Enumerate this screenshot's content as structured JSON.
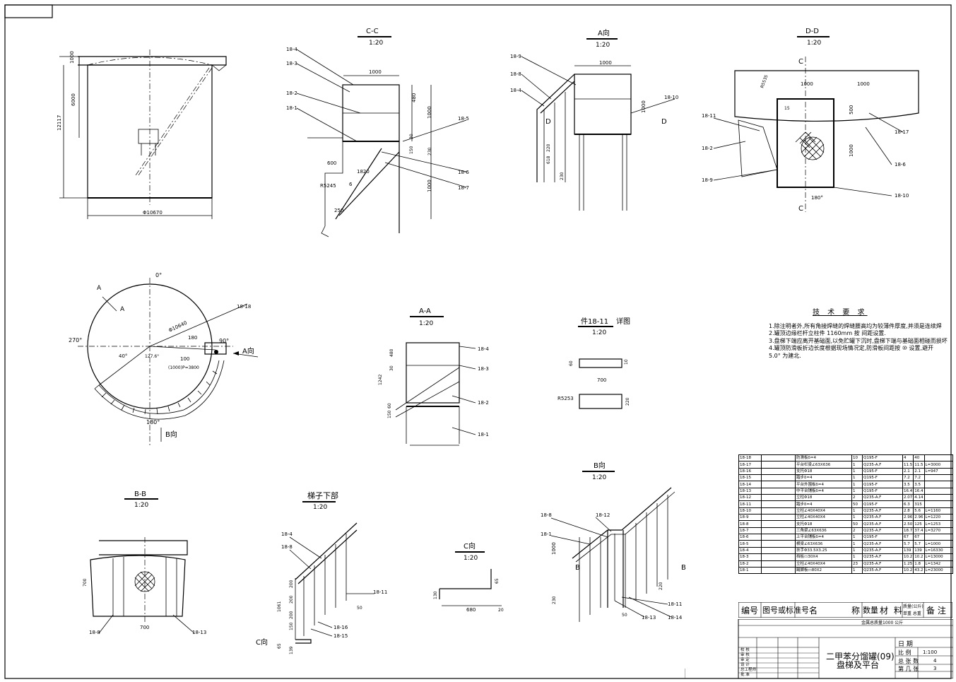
{
  "views": {
    "cc": {
      "title": "C-C",
      "scale": "1:20"
    },
    "a_dir": {
      "title": "A向",
      "scale": "1:20"
    },
    "dd": {
      "title": "D-D",
      "scale": "1:20"
    },
    "aa": {
      "title": "A-A",
      "scale": "1:20"
    },
    "part1811": {
      "title": "件18-11",
      "suffix": "详图",
      "scale": "1:20"
    },
    "b_dir": {
      "title": "B向",
      "scale": "1:20"
    },
    "bb": {
      "title": "B-B",
      "scale": "1:20"
    },
    "ladder_lower": {
      "title": "梯子下部",
      "scale": "1:20"
    },
    "c_dir": {
      "title": "C向",
      "scale": "1:20"
    }
  },
  "elevation": {
    "dim_1000": "1000",
    "dim_6000": "6000",
    "dim_total": "12117",
    "dim_dia": "Φ10670"
  },
  "plan": {
    "deg_0": "0°",
    "deg_90": "90°",
    "deg_180": "180°",
    "deg_270": "270°",
    "label_a": "A",
    "label_a_dir": "A向",
    "label_b_dir": "B向",
    "leader_1818": "18-18",
    "dia": "Φ10640",
    "ang_40": "40°",
    "ang_127": "127.6°",
    "dim_180": "180",
    "dim_100": "100",
    "dim_arc": "(1000)P=3800"
  },
  "cc_labels": {
    "l1": "18-4",
    "l2": "18-3",
    "l3": "18-2",
    "l4": "18-1",
    "l5": "18-5",
    "l6": "18-6",
    "l7": "18-7",
    "d1000": "1000",
    "d480": "480",
    "d1000v": "1000",
    "d600": "600",
    "d1820": "1820",
    "r245": "R5245",
    "d6": "6",
    "d1000b": "1000",
    "d250": "250",
    "d30": "30",
    "d150": "150",
    "d230": "230"
  },
  "a_labels": {
    "l1": "18-9",
    "l2": "18-8",
    "l3": "18-4",
    "l4": "18-10",
    "d1000": "1000",
    "d1000v": "1000",
    "d220": "220",
    "d618": "618",
    "d230": "230",
    "sec_d": "D"
  },
  "dd_labels": {
    "c": "C",
    "r": "R5535",
    "d1000a": "1000",
    "d1000b": "1000",
    "d15": "15",
    "d500": "500",
    "d1000v": "1000",
    "l1811": "18-11",
    "l182": "18-2",
    "l189": "18-9",
    "l1817": "18-17",
    "l186": "18-6",
    "l1810": "18-10",
    "deg": "180°"
  },
  "aa_labels": {
    "l1": "18-4",
    "l2": "18-3",
    "l3": "18-2",
    "l4": "18-1",
    "d1242": "1242",
    "d480": "480",
    "d30": "30",
    "d150": "150",
    "d60": "60"
  },
  "part_labels": {
    "d60": "60",
    "d700": "700",
    "d10": "10",
    "r": "R5253",
    "d220": "220"
  },
  "bb_labels": {
    "d700v": "700",
    "d700": "700",
    "l188": "18-8",
    "l1813": "18-13"
  },
  "ladder_labels": {
    "l184": "18-4",
    "l188": "18-8",
    "l1811": "18-11",
    "l1816": "18-16",
    "l1815": "18-15",
    "d50": "50",
    "d1061": "1061",
    "d200": "200",
    "d150": "150",
    "d65": "65",
    "d139": "139",
    "c_dir": "C向"
  },
  "c_labels": {
    "d65": "65",
    "d680": "680",
    "d20": "20",
    "d130": "130"
  },
  "b_labels": {
    "l188": "18-8",
    "l181": "18-1",
    "l1812": "18-12",
    "l1811": "18-11",
    "l1813": "18-13",
    "l1814": "18-14",
    "d1000": "1000",
    "d230": "230",
    "d50": "50",
    "d220": "220",
    "b": "B"
  },
  "notes": {
    "title": "技 术 要 求",
    "lines": [
      "1.除注明者外,所有角接焊缝的焊缝腰高均为较薄件厚度,并须是连续焊",
      "2.罐顶边缘栏杆立柱件 1160mm 按          间距设置.",
      "3.盘梯下端应离开基础面,以免贮罐下沉时,盘梯下端与基础面相碰而损坏",
      "4.罐顶防滑板折边长度根据现场情况定,防滑板间距按  ⑩    设置,避开",
      "5.0° 为建北."
    ]
  },
  "bom": {
    "rows": [
      [
        "18-18",
        "",
        "防滑板δ=4",
        "10",
        "Q195-F",
        "4",
        "40",
        ""
      ],
      [
        "18-17",
        "",
        "平台栏梁∠63X636",
        "1",
        "Q235-A.F",
        "11.5",
        "11.5",
        "L=3000"
      ],
      [
        "18-16",
        "",
        "支托Φ18",
        "1",
        "Q195-F",
        "2.1",
        "2.1",
        "L=947"
      ],
      [
        "18-15",
        "",
        "踏步δ=4",
        "1",
        "Q195-F",
        "7.2",
        "7.2",
        ""
      ],
      [
        "18-14",
        "",
        "平台外围板δ=4",
        "1",
        "Q195-F",
        "3.5",
        "3.5",
        ""
      ],
      [
        "18-13",
        "",
        "中平台铺板δ=4",
        "1",
        "Q195-F",
        "16.4",
        "16.4",
        ""
      ],
      [
        "18-12",
        "",
        "立柱Φ18",
        "2",
        "Q235-A.F",
        "2.07",
        "4.14",
        ""
      ],
      [
        "18-11",
        "",
        "踏步δ=4",
        "50",
        "Q195-F",
        "6.3",
        "315",
        ""
      ],
      [
        "18-10",
        "",
        "立柱∠40X40X4",
        "1",
        "Q235-A.F",
        "2.8",
        "5.6",
        "L=1160"
      ],
      [
        "18-9",
        "",
        "立柱∠40X40X4",
        "1",
        "Q235-A.F",
        "2.96",
        "2.96",
        "L=1220"
      ],
      [
        "18-8",
        "",
        "支托Φ18",
        "50",
        "Q235-A.F",
        "2.50",
        "125",
        "L=1253"
      ],
      [
        "18-7",
        "",
        "三角梁∠63X636",
        "2",
        "Q235-A.F",
        "18.7",
        "37.4",
        "L=3270"
      ],
      [
        "18-6",
        "",
        "上平台铺板δ=4",
        "1",
        "Q195-F",
        "67",
        "67",
        ""
      ],
      [
        "18-5",
        "",
        "横梁∠63X636",
        "1",
        "Q235-A.F",
        "5.7",
        "5.7",
        "L=1000"
      ],
      [
        "18-4",
        "",
        "扶手Φ33.5X3.25",
        "1",
        "Q235-A.F",
        "139",
        "139",
        "L=16330"
      ],
      [
        "18-3",
        "",
        "挡板▭30X4",
        "1",
        "Q235-A.F",
        "10.2",
        "10.2",
        "L=13000"
      ],
      [
        "18-2",
        "",
        "立柱∠40X40X4",
        "23",
        "Q235-A.F",
        "1.25",
        "1.8",
        "L=1342"
      ],
      [
        "18-1",
        "",
        "踢脚板▭80X2",
        "1",
        "Q235-A.F",
        "10.2",
        "43.2",
        "L=23000"
      ]
    ],
    "header": {
      "no": "编号",
      "std": "图号或标准号",
      "name": "名",
      "name2": "称",
      "qty": "数量",
      "mat": "材",
      "mat2": "料",
      "weight": "质量(公斤)",
      "weight_sub": "单重 总重",
      "remark": "备 注"
    },
    "total": "金属总质量1000   公斤"
  },
  "titleblock": {
    "project": "二甲苯分馏罐(09)",
    "drawing": "盘梯及平台",
    "date": "日  期",
    "scale_label": "比  例",
    "scale": "1:100",
    "sheets_label": "总 张 数",
    "sheets": "4",
    "sheet_no_label": "第 几 张",
    "sheet_no": "3",
    "roles": [
      "校 核",
      "审 核",
      "审 定",
      "设 计",
      "总工程师",
      "批 准"
    ]
  }
}
